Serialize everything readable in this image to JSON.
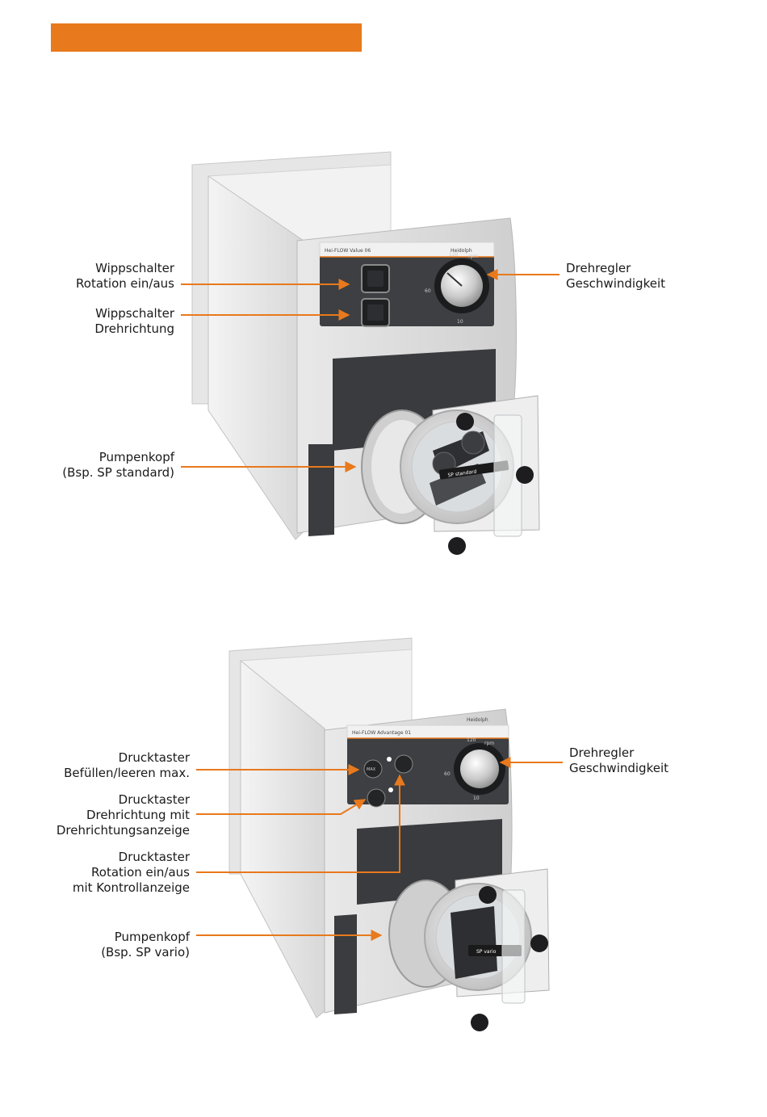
{
  "colors": {
    "accent": "#e8791c",
    "housing": "#e3e3e3",
    "panel": "#3d3f42"
  },
  "figure_top": {
    "device_label": "Hei-FLOW Value 06",
    "brand": "Heidolph",
    "dial_ticks": [
      "120",
      "rpm",
      "60",
      "10"
    ],
    "head_label": "SP standard",
    "callouts": [
      {
        "id": "rocker-rotation",
        "lines": [
          "Wippschalter",
          "Rotation ein/aus"
        ]
      },
      {
        "id": "rocker-direction",
        "lines": [
          "Wippschalter",
          "Drehrichtung"
        ]
      },
      {
        "id": "pump-head",
        "lines": [
          "Pumpenkopf",
          "(Bsp. SP standard)"
        ]
      },
      {
        "id": "speed-dial",
        "lines": [
          "Drehregler",
          "Geschwindigkeit"
        ]
      }
    ]
  },
  "figure_bottom": {
    "device_label": "Hei-FLOW Advantage 01",
    "brand": "Heidolph",
    "dial_ticks": [
      "120",
      "rpm",
      "60",
      "10"
    ],
    "button_label": "MAX",
    "head_label": "SP vario",
    "callouts": [
      {
        "id": "push-fill",
        "lines": [
          "Drucktaster",
          "Befüllen/leeren max."
        ]
      },
      {
        "id": "push-direction",
        "lines": [
          "Drucktaster",
          "Drehrichtung mit",
          "Drehrichtungsanzeige"
        ]
      },
      {
        "id": "push-rotation",
        "lines": [
          "Drucktaster",
          "Rotation ein/aus",
          "mit Kontrollanzeige"
        ]
      },
      {
        "id": "pump-head",
        "lines": [
          "Pumpenkopf",
          "(Bsp. SP vario)"
        ]
      },
      {
        "id": "speed-dial",
        "lines": [
          "Drehregler",
          "Geschwindigkeit"
        ]
      }
    ]
  }
}
